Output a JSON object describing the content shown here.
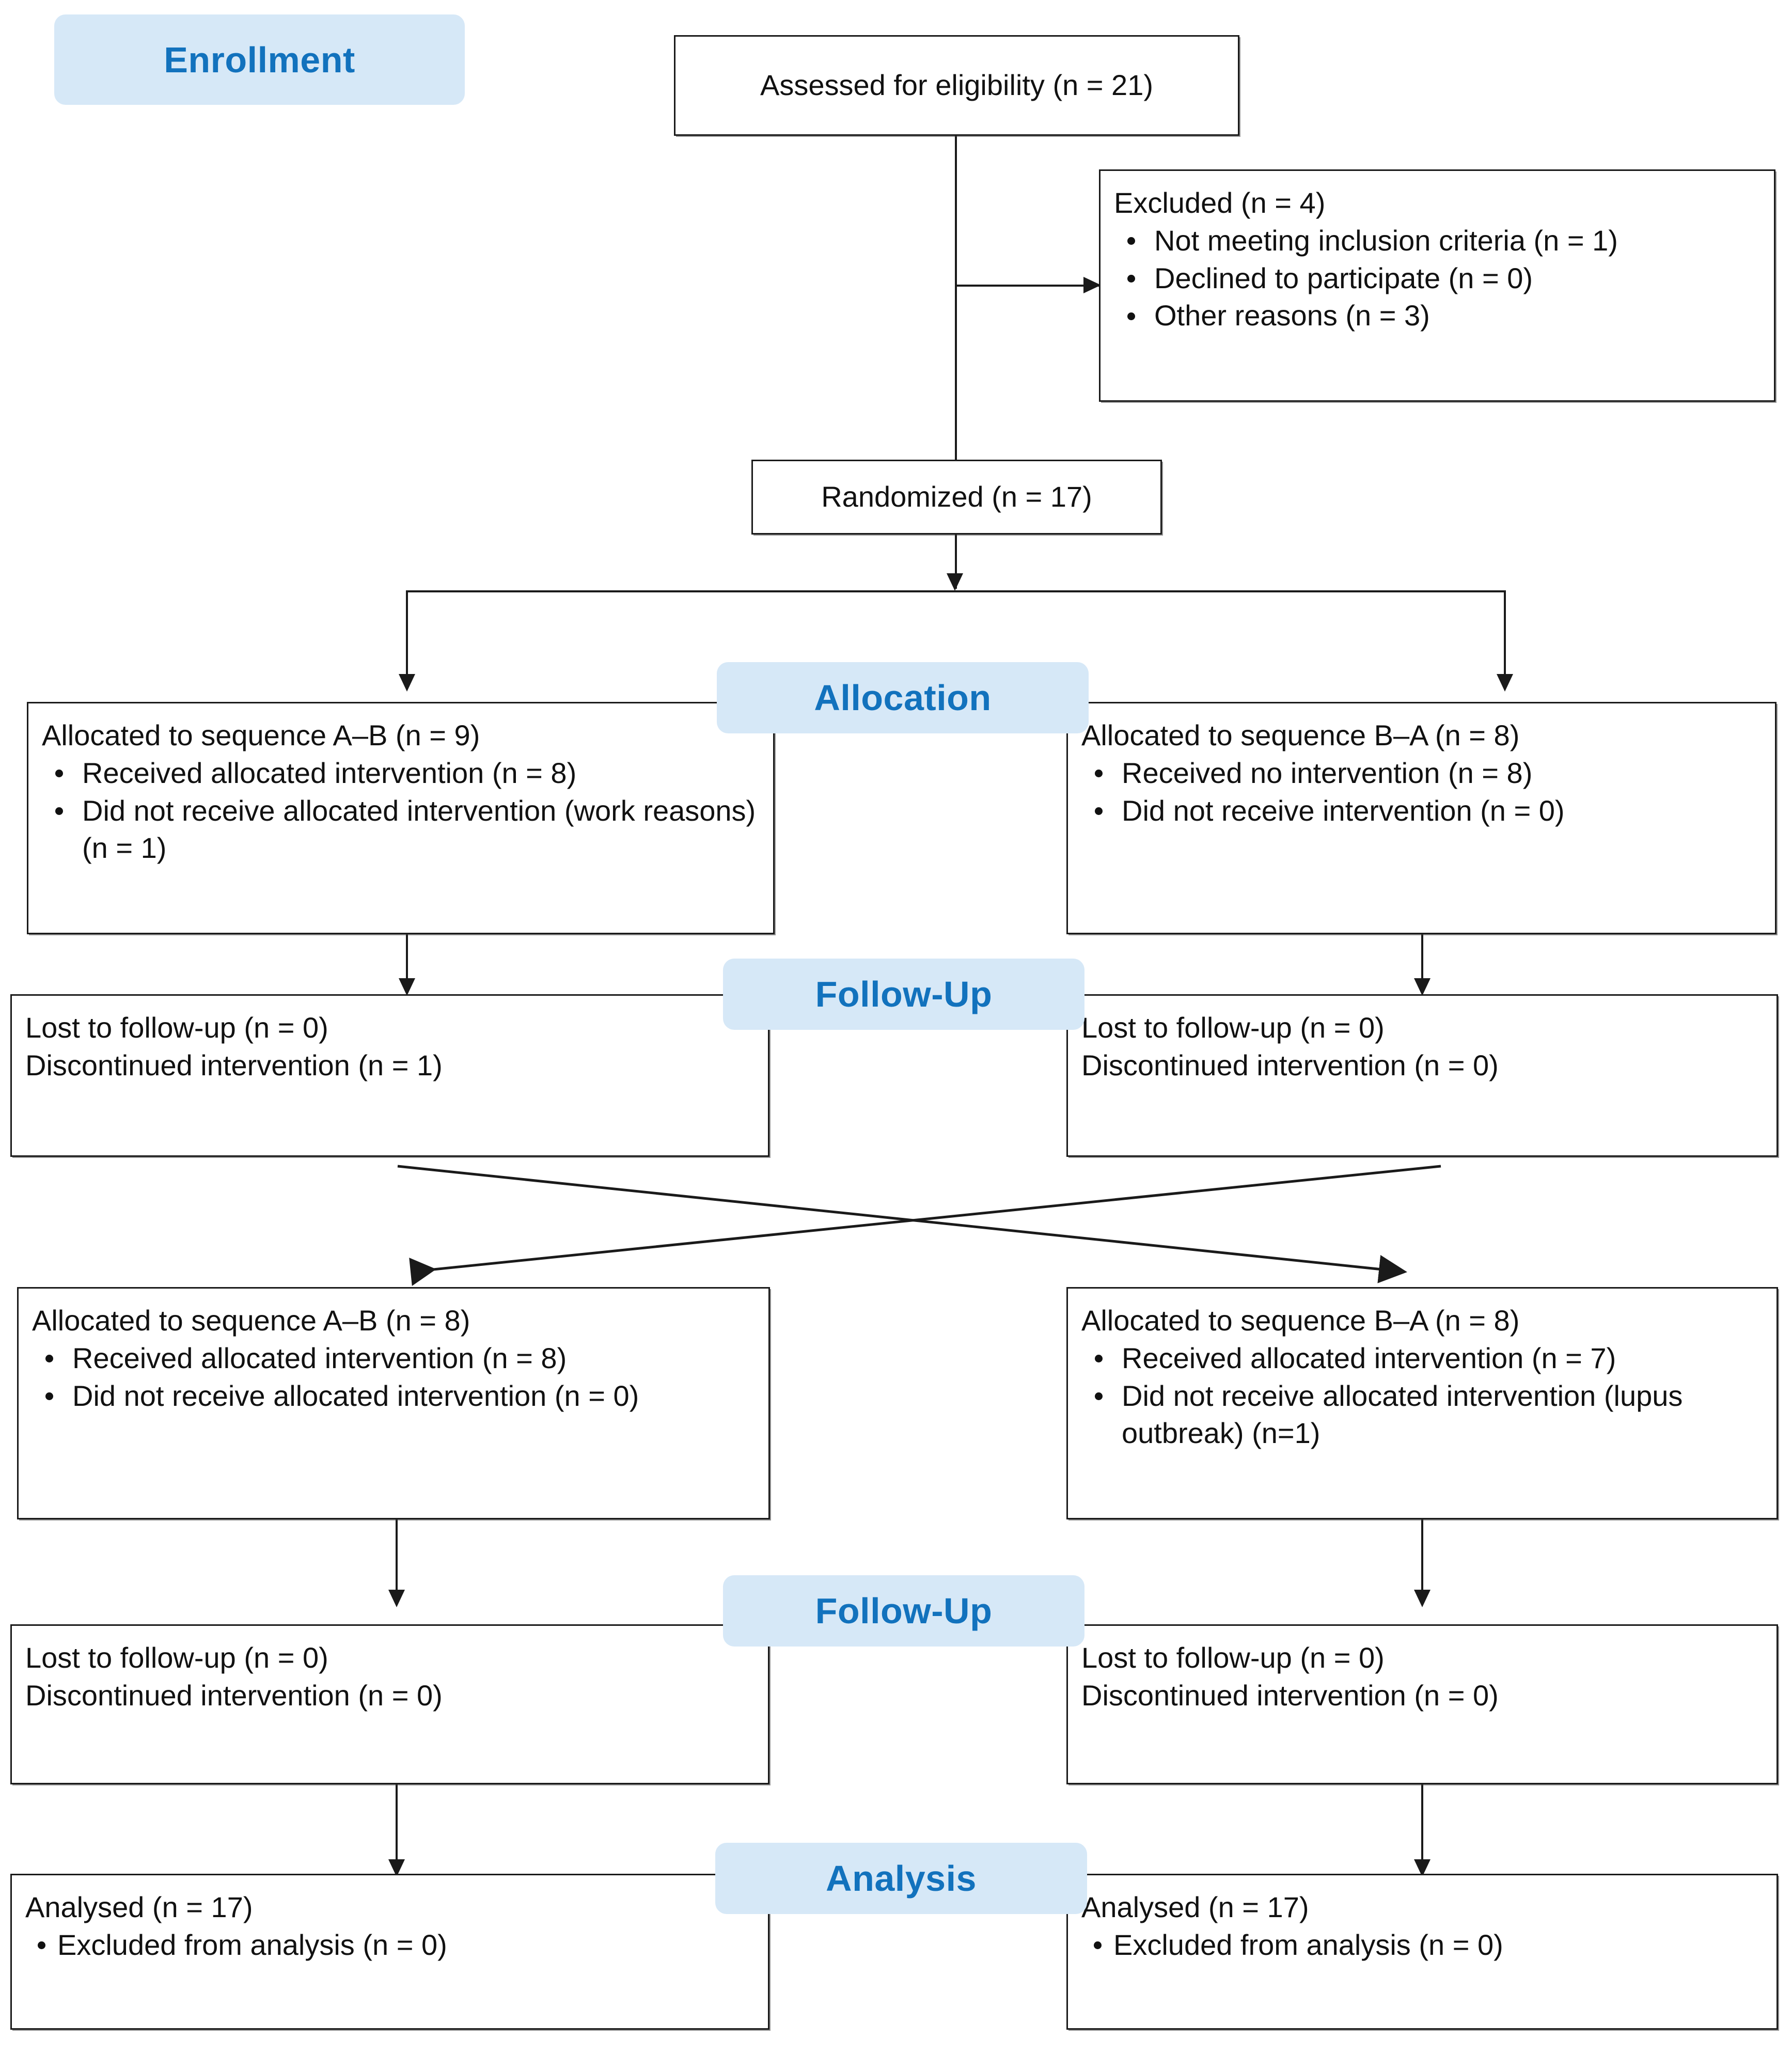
{
  "stage_labels": {
    "enrollment": "Enrollment",
    "allocation": "Allocation",
    "followup_1": "Follow-Up",
    "followup_2": "Follow-Up",
    "analysis": "Analysis"
  },
  "colors": {
    "pill_background": "#d6e8f7",
    "pill_text": "#1272bd",
    "box_border": "#1a1a1a",
    "box_background": "#ffffff",
    "connector": "#1a1a1a"
  },
  "enrollment": {
    "assessed": "Assessed for eligibility (n = 21)",
    "excluded": {
      "header": "Excluded (n = 4)",
      "reasons": [
        "Not meeting inclusion criteria (n = 1)",
        "Declined to participate (n = 0)",
        "Other reasons (n = 3)"
      ]
    },
    "randomized": "Randomized (n = 17)"
  },
  "period1": {
    "allocation_left": {
      "header": "Allocated to sequence A–B (n = 9)",
      "items": [
        "Received allocated intervention (n = 8)",
        "Did not receive allocated intervention (work reasons) (n = 1)"
      ]
    },
    "allocation_right": {
      "header": "Allocated to sequence B–A (n = 8)",
      "items": [
        "Received no intervention (n = 8)",
        "Did not receive intervention (n = 0)"
      ]
    },
    "followup_left": {
      "lines": [
        "Lost to follow-up (n = 0)",
        "Discontinued intervention (n = 1)"
      ]
    },
    "followup_right": {
      "lines": [
        "Lost to follow-up (n = 0)",
        "Discontinued intervention (n = 0)"
      ]
    }
  },
  "period2": {
    "allocation_left": {
      "header": "Allocated to sequence A–B (n = 8)",
      "items": [
        "Received allocated intervention (n = 8)",
        "Did not receive allocated intervention (n = 0)"
      ]
    },
    "allocation_right": {
      "header": "Allocated to sequence B–A (n = 8)",
      "items": [
        "Received allocated intervention (n = 7)",
        "Did not receive allocated intervention (lupus outbreak) (n=1)"
      ]
    },
    "followup_left": {
      "lines": [
        "Lost to follow-up (n = 0)",
        "Discontinued intervention (n = 0)"
      ]
    },
    "followup_right": {
      "lines": [
        "Lost to follow-up (n = 0)",
        "Discontinued intervention (n = 0)"
      ]
    }
  },
  "analysis": {
    "left": {
      "header": "Analysed (n = 17)",
      "items": [
        "Excluded from analysis (n = 0)"
      ]
    },
    "right": {
      "header": "Analysed (n = 17)",
      "items": [
        "Excluded from analysis (n = 0)"
      ]
    }
  }
}
